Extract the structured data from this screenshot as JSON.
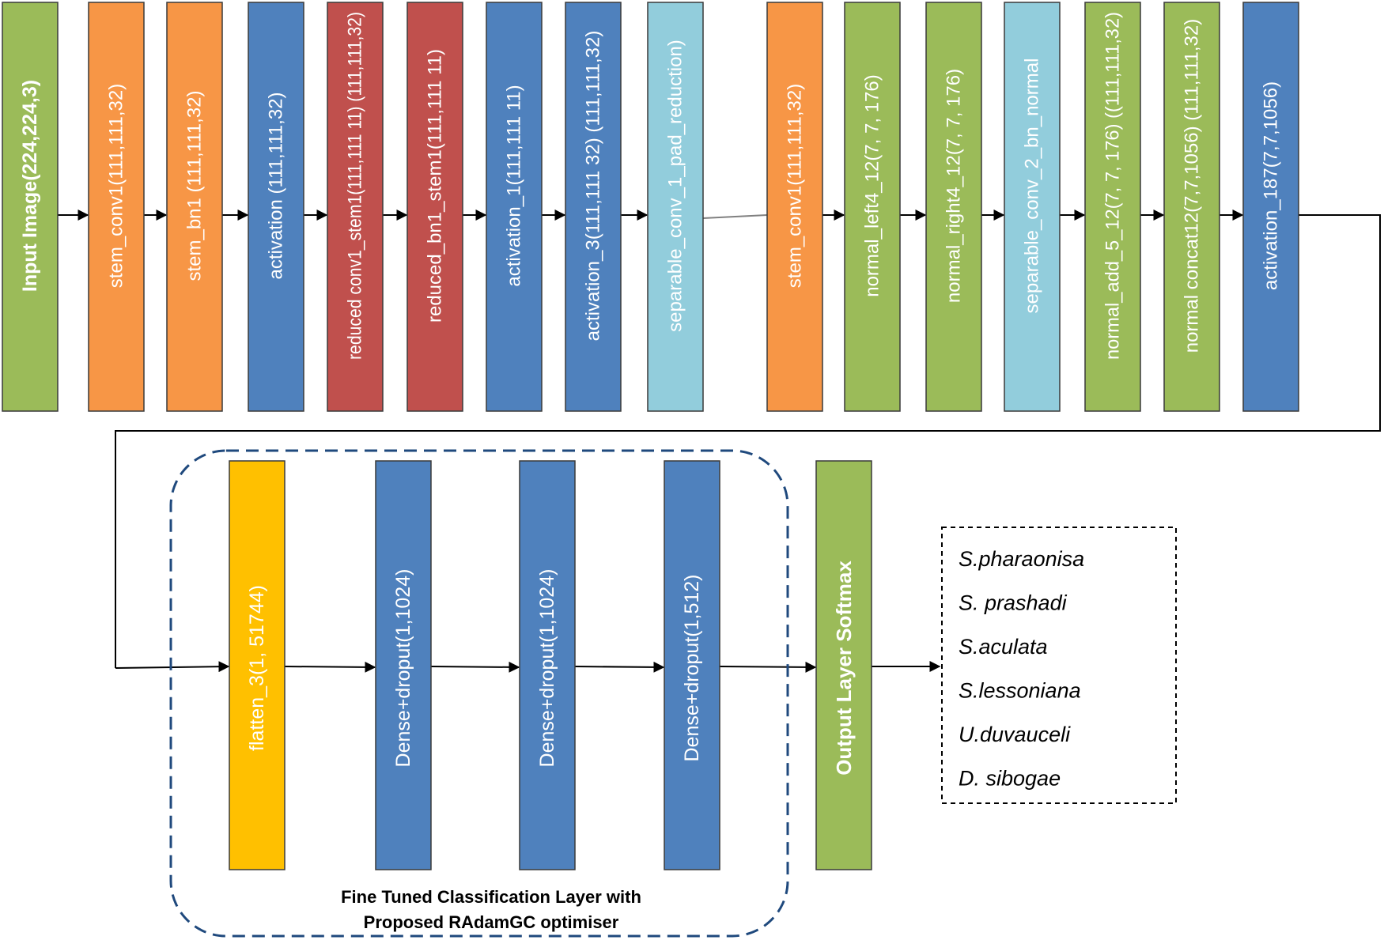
{
  "colors": {
    "green": "#9BBB59",
    "orange": "#F79646",
    "blue": "#4F81BD",
    "red": "#C0504D",
    "lightblue": "#92CDDC",
    "yellow": "#FFC000",
    "dashed_border": "#1F497D"
  },
  "row1": [
    {
      "label": "Input Image(224,224,3)",
      "color": "green",
      "bold": true
    },
    {
      "label": "stem_conv1(111,111,32)",
      "color": "orange"
    },
    {
      "label": "stem_bn1 (111,111,32)",
      "color": "orange"
    },
    {
      "label": "activation (111,111,32)",
      "color": "blue"
    },
    {
      "label": "reduced conv1_stem1(111,111 11) (111,111,32)",
      "color": "red"
    },
    {
      "label": "reduced_bn1_stem1(111,111 11)",
      "color": "red"
    },
    {
      "label": "activation_1(111,111 11)",
      "color": "blue"
    },
    {
      "label": "activation_3(111,111 32) (111,111,32)",
      "color": "blue"
    },
    {
      "label": "separable_conv_1_pad_reduction)",
      "color": "lightblue"
    },
    {
      "label": "stem_conv1(111,111,32)",
      "color": "orange"
    },
    {
      "label": "normal_left4_12(7, 7, 176)",
      "color": "green"
    },
    {
      "label": "normal_right4_12(7, 7, 176)",
      "color": "green"
    },
    {
      "label": "separable_conv_2_bn_normal",
      "color": "lightblue"
    },
    {
      "label": "normal_add_5_12(7, 7, 176) ((111,111,32)",
      "color": "green"
    },
    {
      "label": "normal concat12(7,7,1056) (111,111,32)",
      "color": "green"
    },
    {
      "label": "activation_187(7,7,1056)",
      "color": "blue"
    }
  ],
  "row2": [
    {
      "label": "flatten_3(1, 51744)",
      "color": "yellow"
    },
    {
      "label": "Dense+droput(1,1024)",
      "color": "blue"
    },
    {
      "label": "Dense+droput(1,1024)",
      "color": "blue"
    },
    {
      "label": "Dense+droput(1,512)",
      "color": "blue"
    },
    {
      "label": "Output Layer Softmax",
      "color": "green",
      "bold": true
    }
  ],
  "classes": [
    "S.pharaonisa",
    "S. prashadi",
    "S.aculata",
    "S.lessoniana",
    "U.duvauceli",
    "D. sibogae"
  ],
  "caption": {
    "line1": "Fine Tuned Classification Layer with",
    "line2": "Proposed RAdamGC optimiser"
  }
}
